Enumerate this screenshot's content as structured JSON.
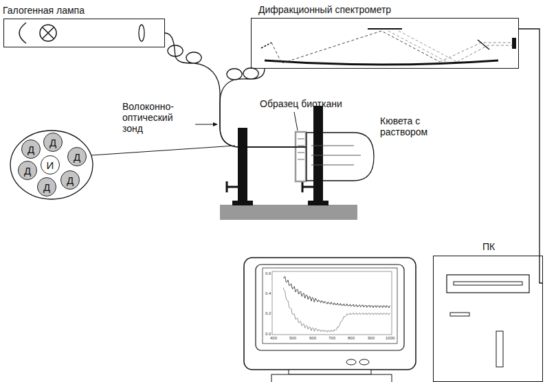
{
  "diagram": {
    "nodes": [
      {
        "text": [
          "Галогенная лампа"
        ]
      },
      {
        "text": [
          "Дифракционный спектрометр"
        ]
      },
      {
        "text": [
          "Кювета с раствором"
        ]
      },
      {
        "text": [
          "ПК"
        ]
      },
      {
        "text": [
          "Д"
        ]
      },
      {
        "text": [
          "Д"
        ]
      },
      {
        "text": [
          "Д"
        ]
      },
      {
        "text": [
          "И"
        ]
      },
      {
        "text": [
          "Д"
        ]
      },
      {
        "text": [
          "Д"
        ]
      },
      {
        "text": [
          "Д"
        ]
      }
    ],
    "edges": [
      {
        "from": 0,
        "to": 2,
        "arrow": "none"
      },
      {
        "from": 1,
        "to": 2,
        "arrow": "none"
      },
      {
        "from": 1,
        "to": 3,
        "arrow": "none"
      }
    ],
    "labels": [
      "Волоконно- оптический зонд",
      "Образец биоткани",
      "0.6",
      "0.4",
      "0.2",
      "0.0",
      "400",
      "500",
      "600",
      "700",
      "800",
      "900",
      "1000"
    ]
  }
}
